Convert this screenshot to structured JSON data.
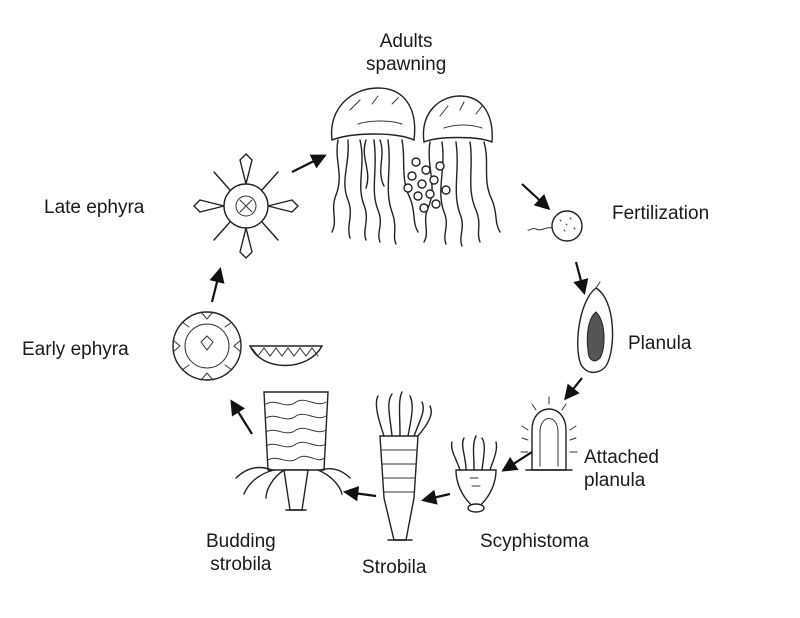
{
  "diagram": {
    "stages": [
      {
        "id": "adults",
        "lines": [
          "Adults",
          "spawning"
        ]
      },
      {
        "id": "fertilization",
        "lines": [
          "Fertilization"
        ]
      },
      {
        "id": "planula",
        "lines": [
          "Planula"
        ]
      },
      {
        "id": "attached",
        "lines": [
          "Attached",
          "planula"
        ]
      },
      {
        "id": "scyphistoma",
        "lines": [
          "Scyphistoma"
        ]
      },
      {
        "id": "strobila",
        "lines": [
          "Strobila"
        ]
      },
      {
        "id": "budding",
        "lines": [
          "Budding",
          "strobila"
        ]
      },
      {
        "id": "early",
        "lines": [
          "Early ephyra"
        ]
      },
      {
        "id": "late",
        "lines": [
          "Late ephyra"
        ]
      }
    ],
    "colors": {
      "ink": "#222222",
      "text": "#1a1a1a",
      "background": "#ffffff"
    }
  }
}
